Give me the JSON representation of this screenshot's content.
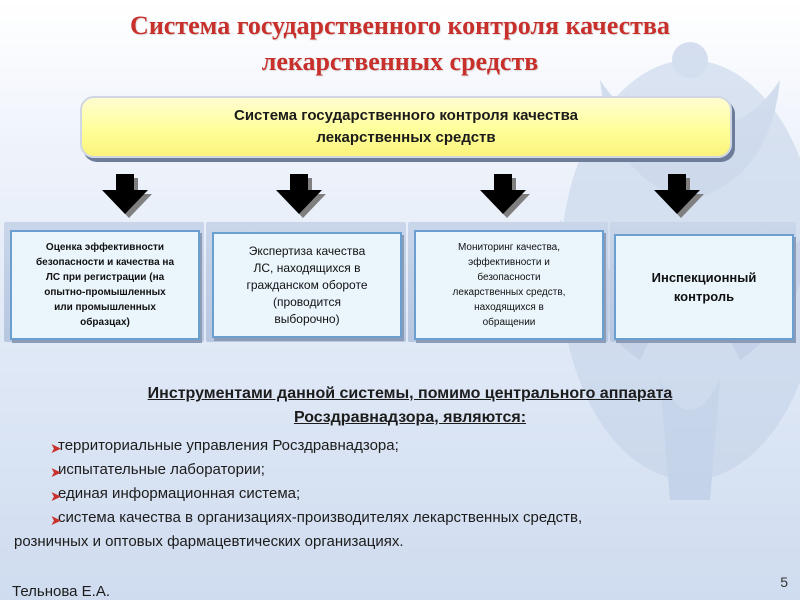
{
  "slide": {
    "title_line1": "Система государственного контроля качества",
    "title_line2": "лекарственных средств",
    "title_color": "#c8302b"
  },
  "top_box": {
    "line1": "Система государственного контроля качества",
    "line2": "лекарственных средств",
    "fill_color": "#ffff9a"
  },
  "boxes": [
    {
      "lines": [
        "Оценка эффективности",
        "безопасности и качества на",
        "ЛС при регистрации (на",
        "опытно-промышленных",
        "или промышленных",
        "образцах)"
      ]
    },
    {
      "lines": [
        "Экспертиза качества",
        "ЛС, находящихся в",
        "гражданском обороте",
        "(проводится",
        "выборочно)"
      ]
    },
    {
      "lines": [
        "Мониторинг качества,",
        "эффективности и",
        "безопасности",
        "лекарственных средств,",
        "находящихся в",
        "обращении"
      ]
    },
    {
      "lines": [
        "Инспекционный",
        "контроль"
      ]
    }
  ],
  "tools": {
    "heading_line1": "Инструментами данной системы, помимо центрального аппарата",
    "heading_line2": "Росздравнадзора, являются:",
    "items": [
      "территориальные управления Росздравнадзора;",
      "испытательные лаборатории;",
      "единая информационная система;",
      "система качества в организациях-производителях лекарственных средств,"
    ],
    "last_item_continuation": "розничных и оптовых фармацевтических организациях.",
    "marker_color": "#c8302b"
  },
  "footer": {
    "author": "Тельнова Е.А.",
    "page_number": "5"
  },
  "icons": {
    "arrow": "down-arrow-icon",
    "marker": "arrow-bullet-icon",
    "background": "double-headed-eagle-emblem"
  }
}
